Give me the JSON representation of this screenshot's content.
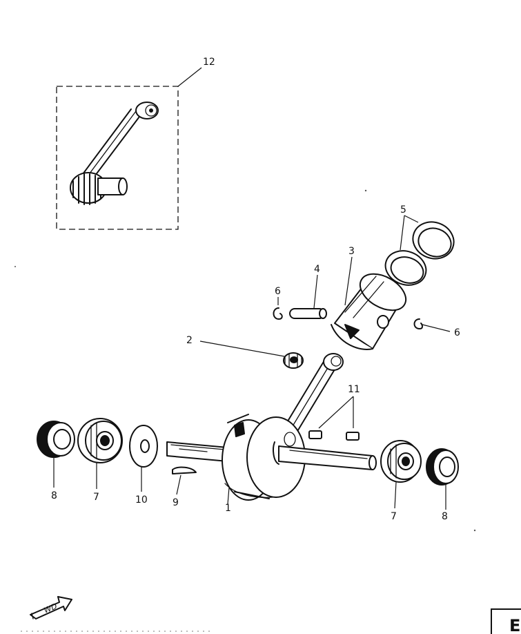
{
  "callouts": {
    "p1": "1",
    "p2": "2",
    "p3": "3",
    "p4": "4",
    "p5": "5",
    "p6_left": "6",
    "p6_right": "6",
    "p7_left": "7",
    "p7_right": "7",
    "p8_left": "8",
    "p8_right": "8",
    "p9": "9",
    "p10": "10",
    "p11": "11",
    "p12": "12"
  },
  "direction_arrow": {
    "label": "WD",
    "icon": "forward-arrow-icon"
  },
  "corner_tag": {
    "text": "E"
  }
}
